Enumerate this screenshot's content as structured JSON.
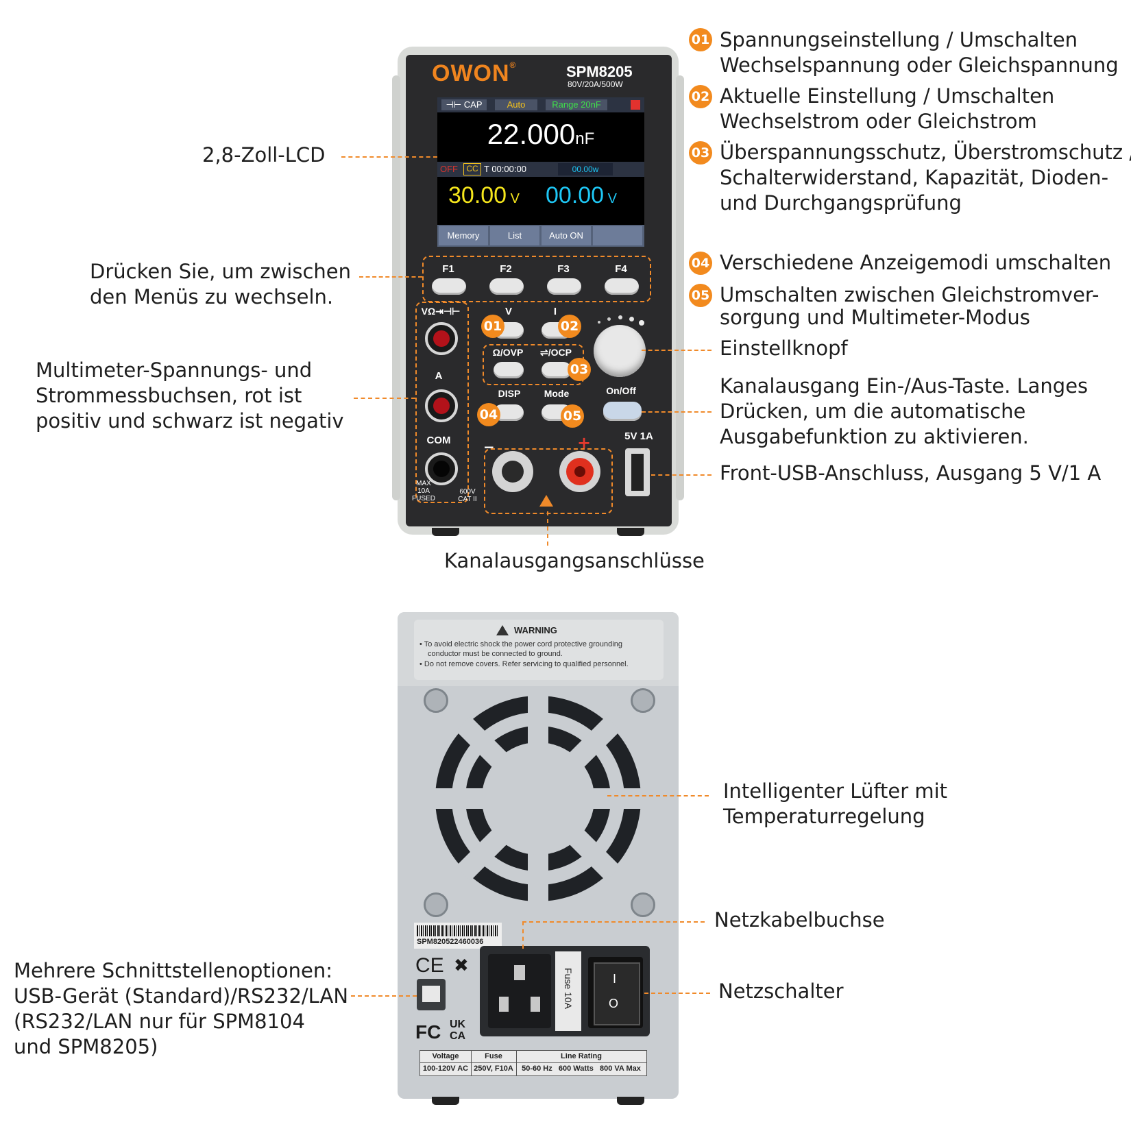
{
  "callouts_right": {
    "c01_num": "01",
    "c01_line1": "Spannungseinstellung / Umschalten",
    "c01_line2": "Wechselspannung oder Gleichspannung",
    "c02_num": "02",
    "c02_line1": "Aktuelle Einstellung / Umschalten",
    "c02_line2": "Wechselstrom oder Gleichstrom",
    "c03_num": "03",
    "c03_line1": "Überspannungsschutz, Überstromschutz /",
    "c03_line2": "Schalterwiderstand, Kapazität, Dioden-",
    "c03_line3": "und Durchgangsprüfung",
    "c04_num": "04",
    "c04_line1": "Verschiedene Anzeigemodi umschalten",
    "c05_num": "05",
    "c05_line1": "Umschalten zwischen Gleichstromver-",
    "c05_line2": "sorgung und Multimeter-Modus",
    "knob": "Einstellknopf",
    "onoff_line1": "Kanalausgang Ein-/Aus-Taste. Langes",
    "onoff_line2": "Drücken, um die automatische",
    "onoff_line3": "Ausgabefunktion zu aktivieren.",
    "usb": "Front-USB-Anschluss, Ausgang 5 V/1 A",
    "fan_line1": "Intelligenter Lüfter mit",
    "fan_line2": "Temperaturregelung",
    "power_socket": "Netzkabelbuchse",
    "power_switch": "Netzschalter"
  },
  "callouts_left": {
    "lcd": "2,8-Zoll-LCD",
    "menu_line1": "Drücken Sie, um zwischen",
    "menu_line2": "den Menüs zu wechseln.",
    "jacks_line1": "Multimeter-Spannungs- und",
    "jacks_line2": "Strommessbuchsen, rot ist",
    "jacks_line3": "positiv und schwarz ist negativ",
    "iface_line1": "Mehrere Schnittstellenoptionen:",
    "iface_line2": "USB-Gerät (Standard)/RS232/LAN",
    "iface_line3": "(RS232/LAN nur für SPM8104",
    "iface_line4": "und SPM8205)"
  },
  "callout_bottom": "Kanalausgangsanschlüsse",
  "front": {
    "brand": "OWON",
    "reg": "®",
    "model": "SPM8205",
    "rating": "80V/20A/500W",
    "lcd": {
      "mode": "CAP",
      "auto": "Auto",
      "range": "Range 20nF",
      "reading": "22.000",
      "reading_unit": "nF",
      "off": "OFF",
      "cc": "CC",
      "time": "T 00:00:00",
      "power": "00.00w",
      "voltage": "30.00",
      "voltage_unit": "V",
      "current": "00.00",
      "current_unit": "V",
      "soft1": "Memory",
      "soft2": "List",
      "soft3": "Auto ON",
      "soft4": ""
    },
    "f1": "F1",
    "f2": "F2",
    "f3": "F3",
    "f4": "F4",
    "v": "V",
    "i": "I",
    "ovp": "Ω/OVP",
    "ocp": "⇌/OCP",
    "disp": "DISP",
    "mode": "Mode",
    "onoff": "On/Off",
    "jack_top": "VΩ⇥⊣⊢",
    "jack_a": "A",
    "jack_com": "COM",
    "max": "MAX",
    "max10": "10A",
    "fused": "FUSED",
    "v600": "600V",
    "cat": "CAT II",
    "minus": "−",
    "plus": "+",
    "usb_rating": "5V 1A"
  },
  "rear": {
    "warning_title": "WARNING",
    "warn1": "To avoid electric shock the power cord protective grounding",
    "warn1b": "conductor must be connected to ground.",
    "warn2": "Do not remove covers. Refer servicing to qualified personnel.",
    "serial": "SPM820522460036",
    "fuse_label": "Fuse 10A",
    "ce": "CE",
    "fc": "FC",
    "ukca1": "UK",
    "ukca2": "CA",
    "switch_on": "I",
    "switch_off": "O",
    "table_h1": "Voltage",
    "table_h2": "Fuse",
    "table_h3": "Line Rating",
    "table_v1": "100-120V AC",
    "table_v2": "250V, F10A",
    "table_v3": "50-60 Hz   600 Watts   800 VA Max"
  },
  "colors": {
    "accent": "#f28a1e",
    "panel": "#2a2a2c",
    "case": "#d9dbd8",
    "rear": "#c9cdd1",
    "lcd_yellow": "#f5e61c",
    "lcd_cyan": "#1ec7f5"
  }
}
